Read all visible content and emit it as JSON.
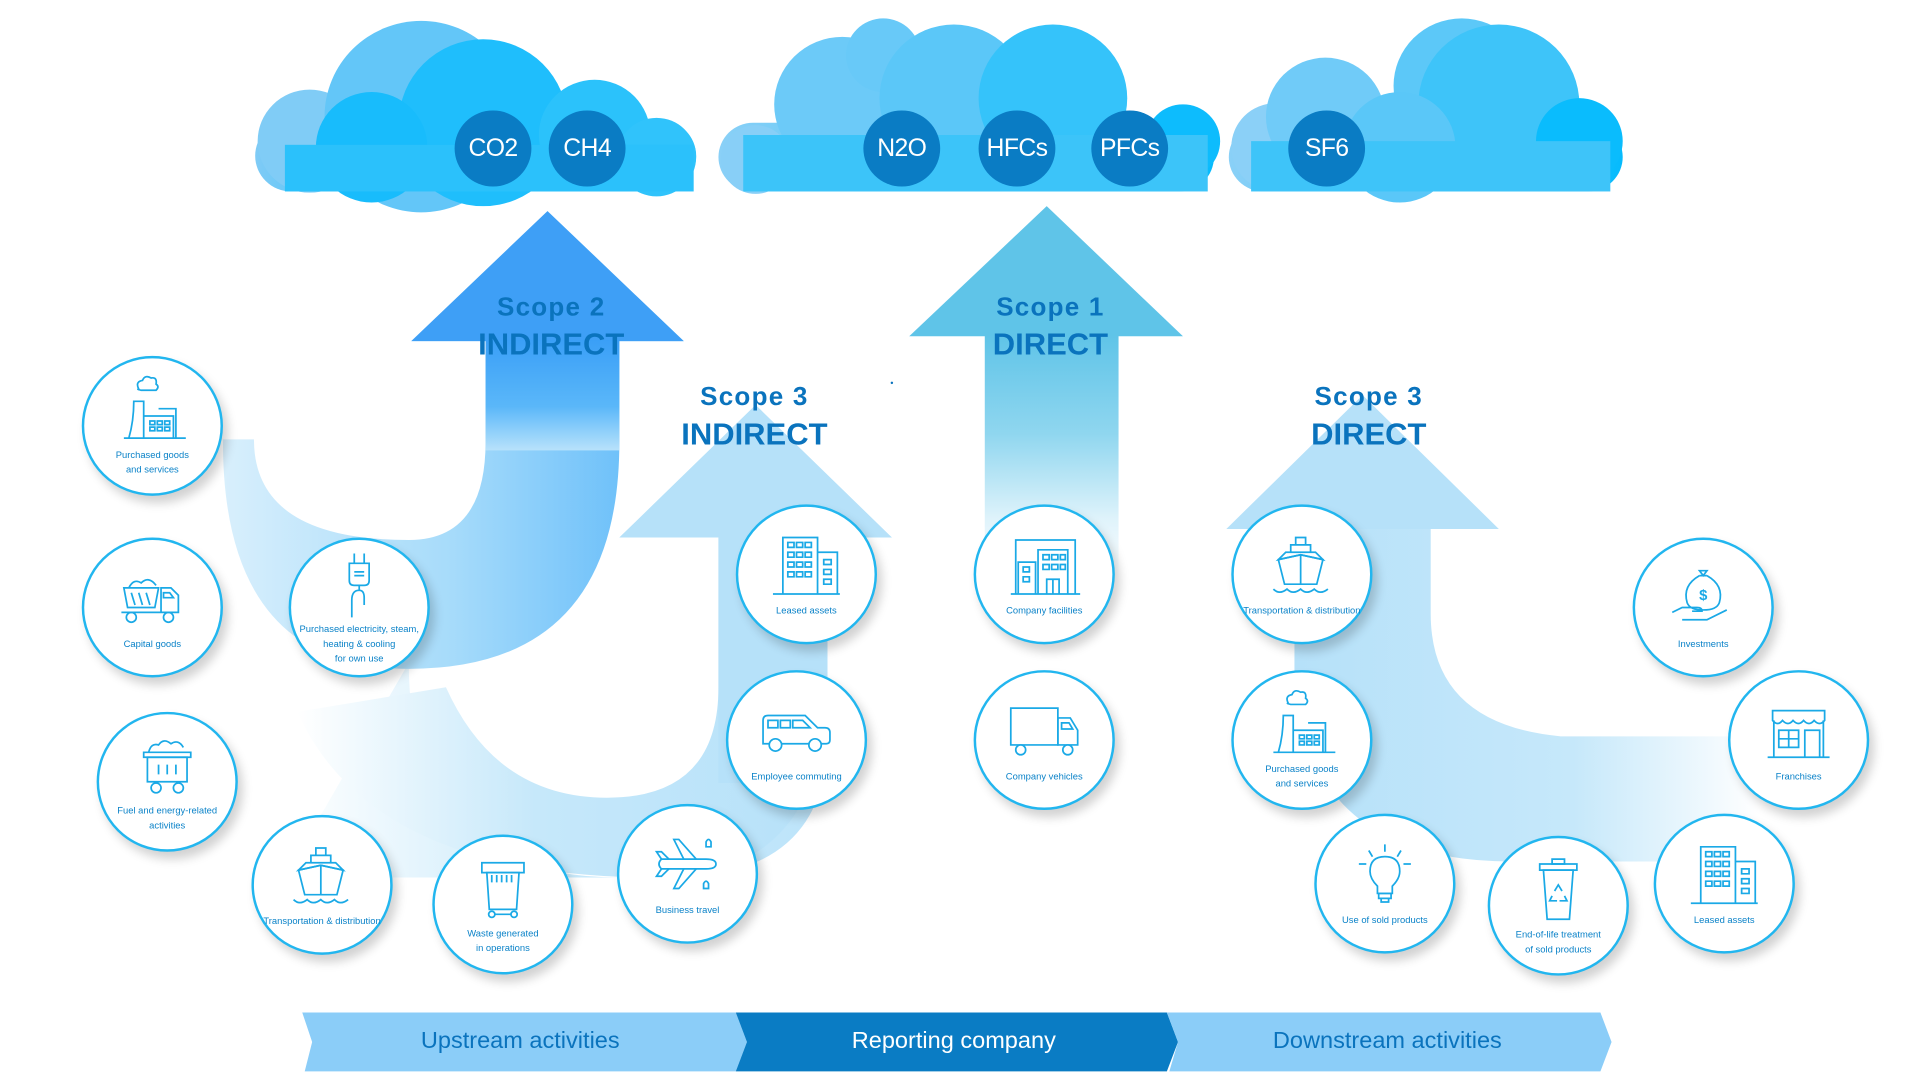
{
  "colors": {
    "accent_dark": "#0a7cc4",
    "label_blue": "#0a73bd",
    "circle_border": "#22b6ef",
    "band_light": "#8bcdf8",
    "band_dark": "#0a7cc4"
  },
  "greenhouse_gases": [
    {
      "label": "CO2"
    },
    {
      "label": "CH4"
    },
    {
      "label": "N2O"
    },
    {
      "label": "HFCs"
    },
    {
      "label": "PFCs"
    },
    {
      "label": "SF6"
    }
  ],
  "scopes": {
    "scope2": {
      "line1": "Scope 2",
      "line2": "INDIRECT"
    },
    "scope1": {
      "line1": "Scope 1",
      "line2": "DIRECT"
    },
    "scope3_upstream": {
      "line1": "Scope 3",
      "line2": "INDIRECT"
    },
    "scope3_downstream": {
      "line1": "Scope 3",
      "line2": "DIRECT"
    }
  },
  "upstream_categories": [
    {
      "label": "Purchased goods\nand services",
      "icon": "factory-icon"
    },
    {
      "label": "Capital goods",
      "icon": "dump-truck-icon"
    },
    {
      "label": "Fuel and energy-related\nactivities",
      "icon": "coal-cart-icon"
    },
    {
      "label": "Transportation & distribution",
      "icon": "ship-icon"
    },
    {
      "label": "Waste generated\nin operations",
      "icon": "waste-bin-icon"
    },
    {
      "label": "Business travel",
      "icon": "airplane-icon"
    },
    {
      "label": "Employee commuting",
      "icon": "car-icon"
    },
    {
      "label": "Leased assets",
      "icon": "building-icon"
    }
  ],
  "scope2_categories": [
    {
      "label": "Purchased electricity, steam,\nheating & cooling\nfor own use",
      "icon": "plug-icon"
    }
  ],
  "scope1_categories": [
    {
      "label": "Company facilities",
      "icon": "office-building-icon"
    },
    {
      "label": "Company vehicles",
      "icon": "truck-icon"
    }
  ],
  "downstream_categories": [
    {
      "label": "Transportation & distribution",
      "icon": "ship-icon"
    },
    {
      "label": "Purchased goods\nand services",
      "icon": "factory-icon"
    },
    {
      "label": "Use of sold products",
      "icon": "lightbulb-icon"
    },
    {
      "label": "End-of-life treatment\nof sold products",
      "icon": "recycle-bin-icon"
    },
    {
      "label": "Leased assets",
      "icon": "building-icon"
    },
    {
      "label": "Franchises",
      "icon": "storefront-icon"
    },
    {
      "label": "Investments",
      "icon": "money-bag-icon"
    }
  ],
  "value_chain": [
    {
      "label": "Upstream activities"
    },
    {
      "label": "Reporting company"
    },
    {
      "label": "Downstream activities"
    }
  ]
}
